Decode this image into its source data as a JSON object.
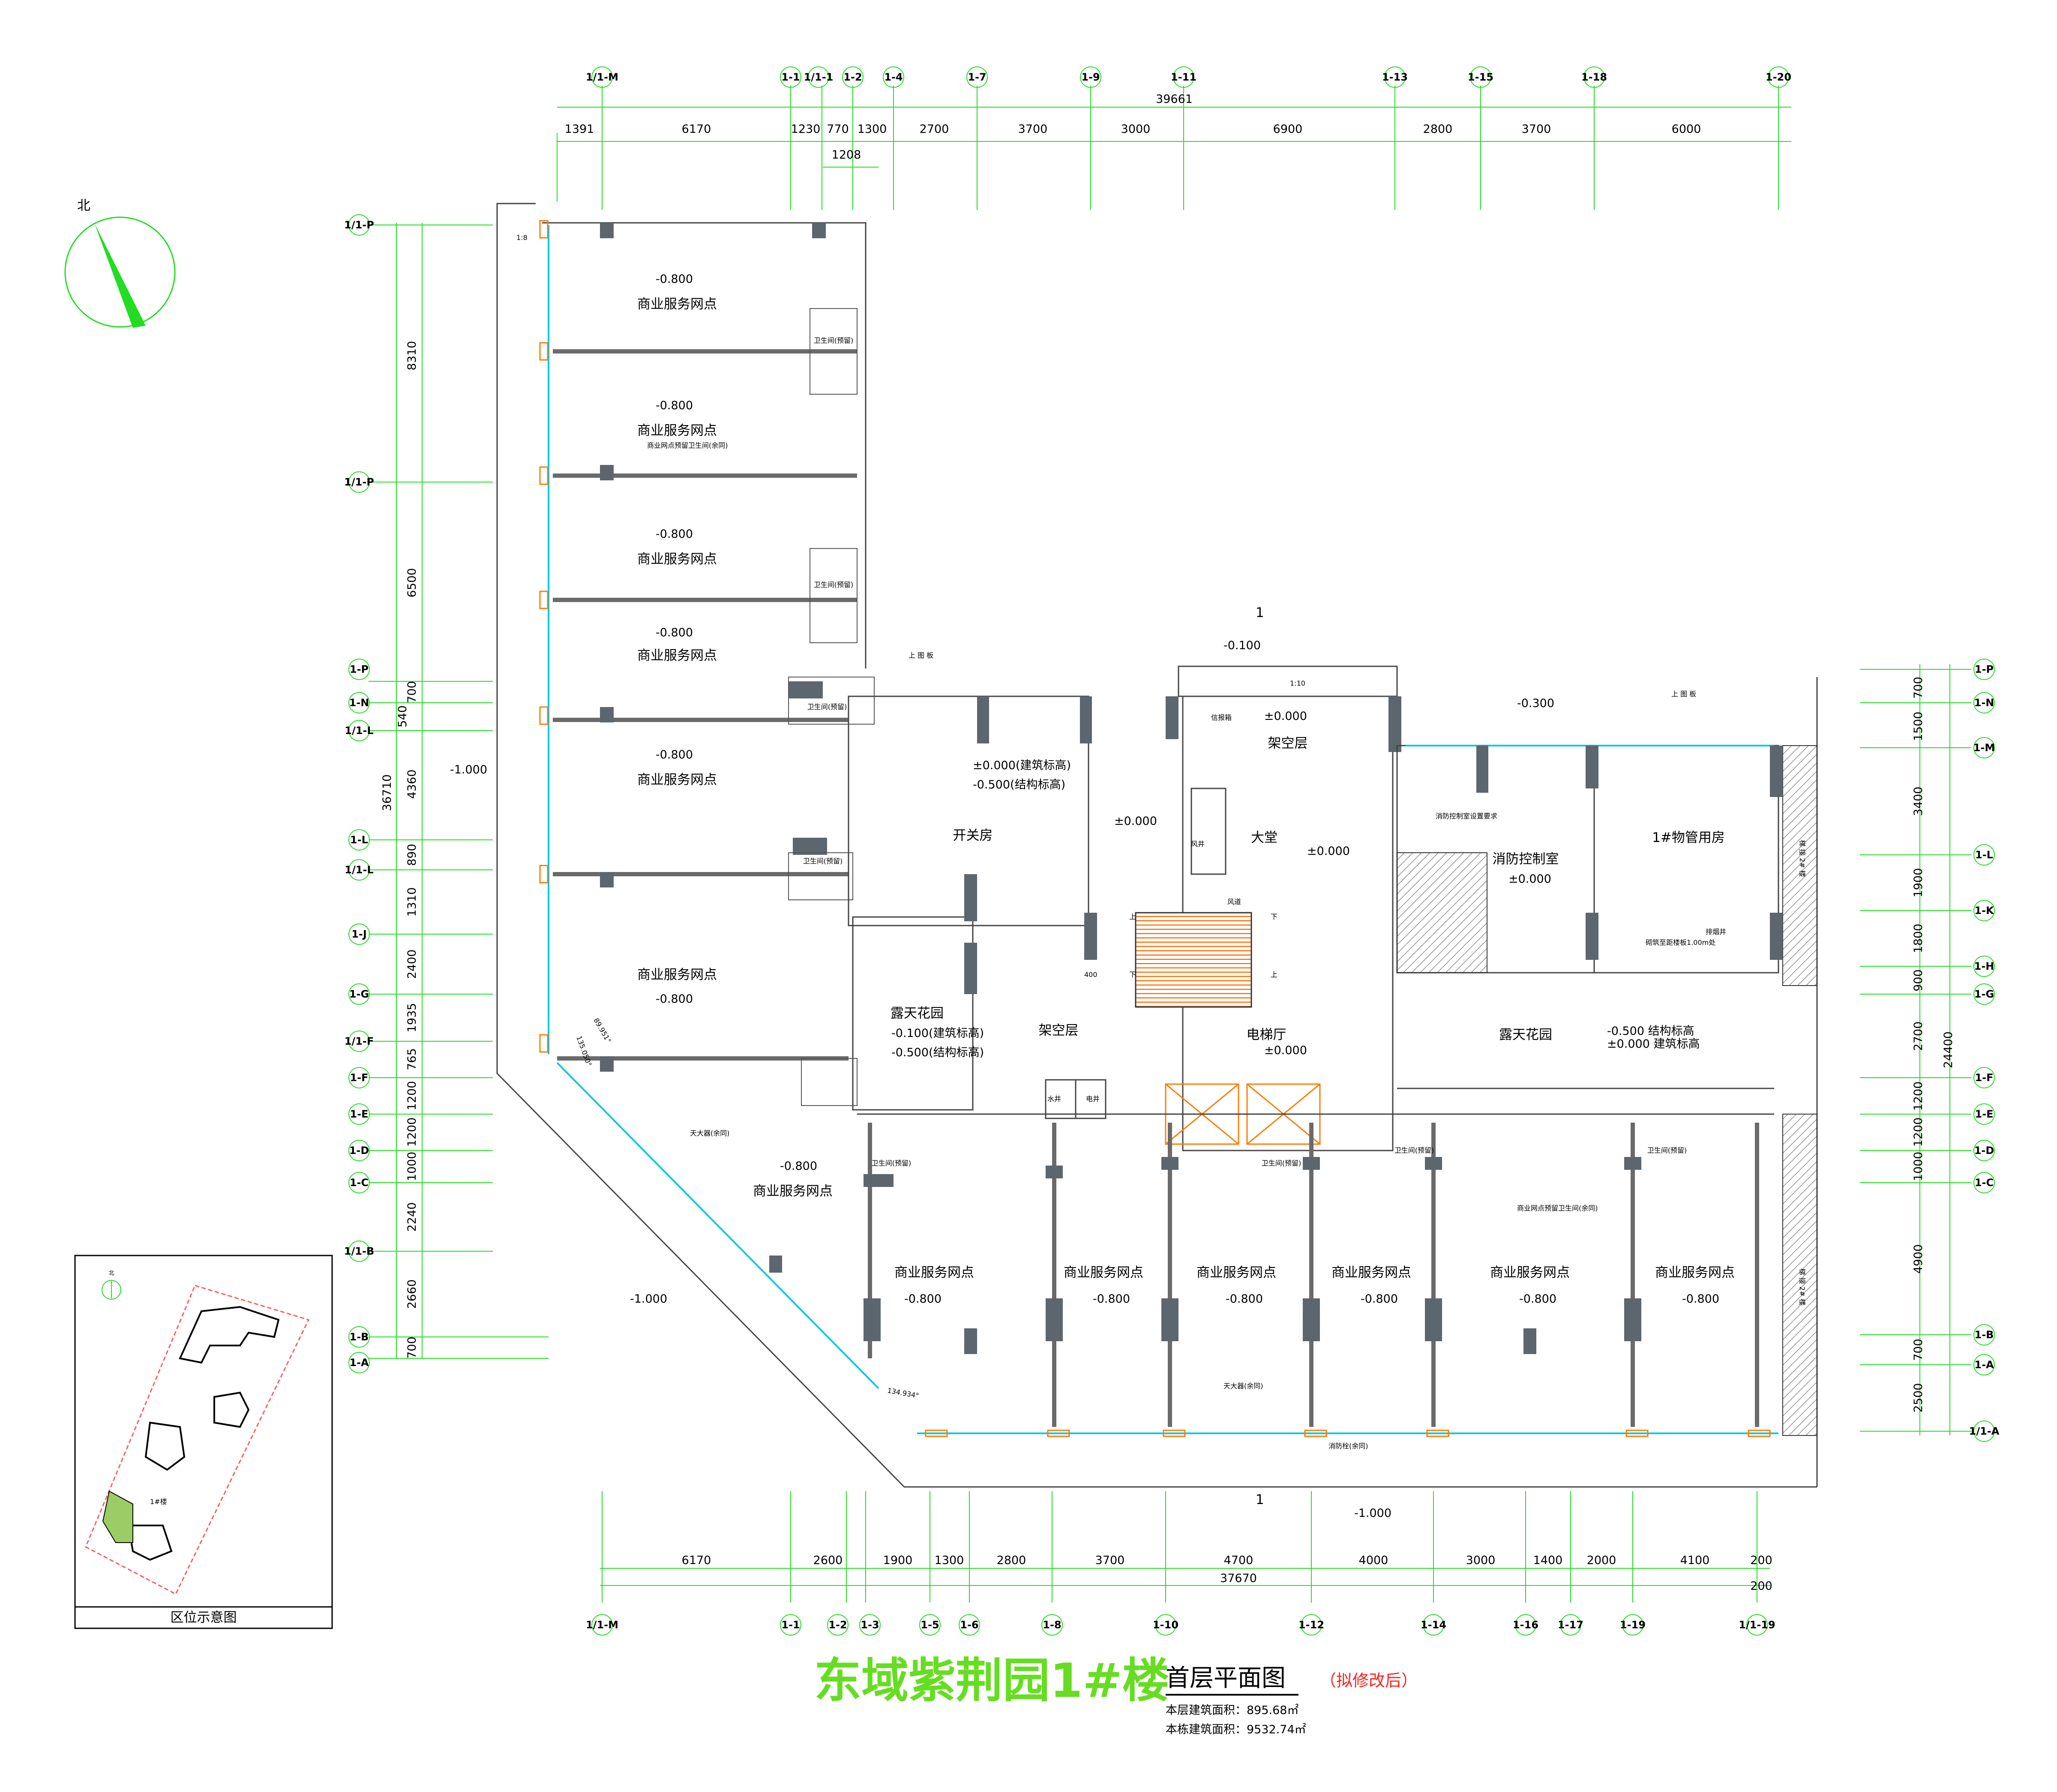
{
  "title": {
    "project": "东域紫荆园1#楼",
    "drawing": "首层平面图",
    "status": "（拟修改后）",
    "floor_area": "本层建筑面积：895.68㎡",
    "building_area": "本栋建筑面积：9532.74㎡"
  },
  "north_label": "北",
  "keymap": {
    "caption": "区位示意图",
    "building_label": "1#楼",
    "north": "北"
  },
  "axes": {
    "top": [
      "1/1-M",
      "1-1",
      "1/1-1",
      "1-2",
      "1-4",
      "1-7",
      "1-9",
      "1-11",
      "1-13",
      "1-15",
      "1-18",
      "1-20"
    ],
    "bottom": [
      "1/1-M",
      "1-1",
      "1-2",
      "1-3",
      "1-5",
      "1-6",
      "1-8",
      "1-10",
      "1-12",
      "1-14",
      "1-16",
      "1-17",
      "1-19",
      "1/1-19"
    ],
    "left": [
      "1/1-P",
      "1/1-P",
      "1-P",
      "1-N",
      "1/1-L",
      "1-L",
      "1/1-L",
      "1-J",
      "1-G",
      "1/1-F",
      "1-F",
      "1-E",
      "1-D",
      "1-C",
      "1/1-B",
      "1-B",
      "1-A"
    ],
    "right": [
      "1-P",
      "1-N",
      "1-M",
      "1-L",
      "1-K",
      "1-H",
      "1-G",
      "1-F",
      "1-E",
      "1-D",
      "1-C",
      "1-B",
      "1-A",
      "1/1-A"
    ]
  },
  "dimensions": {
    "top_total": "39661",
    "top_segments": [
      "1391",
      "6170",
      "1230",
      "770",
      "1300",
      "2700",
      "3700",
      "3000",
      "6900",
      "2800",
      "3700",
      "6000"
    ],
    "top_sub": "1208",
    "bottom_total": "37670",
    "bottom_segments": [
      "6170",
      "2600",
      "1900",
      "1300",
      "2800",
      "3700",
      "4700",
      "4000",
      "3000",
      "1400",
      "2000",
      "4100",
      "200"
    ],
    "bottom_extra": "200",
    "left_total": "36710",
    "left_segments": [
      "8310",
      "6500",
      "700",
      "540",
      "4360",
      "890",
      "1310",
      "2400",
      "1935",
      "765",
      "1200",
      "1200",
      "1000",
      "2240",
      "2660",
      "700"
    ],
    "right_total": "24400",
    "right_segments": [
      "700",
      "1500",
      "3400",
      "1900",
      "1800",
      "900",
      "2700",
      "1200",
      "1200",
      "1000",
      "4900",
      "700",
      "2500"
    ]
  },
  "rooms": {
    "shop": "商业服务网点",
    "switch_room": "开关房",
    "open_floor": "架空层",
    "lobby": "大堂",
    "fire_control": "消防控制室",
    "property": "1#物管用房",
    "garden": "露天花园",
    "elevator_hall": "电梯厅",
    "water_well": "水井",
    "elec_well": "电井",
    "wind_well": "风井",
    "wind_duct": "风道",
    "mailbox": "信报箱",
    "toilet": "卫生间(预留)",
    "stair_label": "梯 接 2# 楼"
  },
  "elevations": {
    "shop": "-0.800",
    "outdoor": "-1.000",
    "entry": "-0.100",
    "east_entry": "-0.300",
    "zero": "±0.000",
    "build_zero": "±0.000(建筑标高)",
    "struct_switch": "-0.500(结构标高)",
    "garden_west_build": "-0.100(建筑标高)",
    "garden_west_struct": "-0.500(结构标高)",
    "garden_east_struct": "-0.500 结构标高",
    "garden_east_build": "±0.000 建筑标高"
  },
  "notes": {
    "up_left": "上 图 板",
    "up_right": "上 图 板",
    "shop_toilet": "商业网点预留卫生间(余同)",
    "canopy": "天大器(余同)",
    "fire_hydrant": "消防栓(余同)",
    "control_note": "消防控制室设置要求",
    "smoke_well": "排烟井",
    "smoke_note": "砌筑至距楼板1.00m处",
    "section_mark": "1",
    "ramp": "1:8",
    "ramp2": "1:10",
    "stair_up": "上",
    "stair_down": "下",
    "dim_400": "400",
    "angle_1": "89.951°",
    "angle_2": "135.050°",
    "angle_3": "134.934°"
  }
}
